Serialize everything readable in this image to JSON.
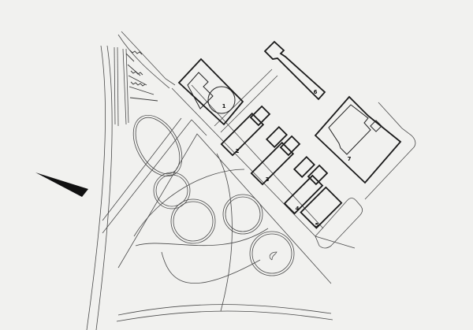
{
  "plan": {
    "building_labels": [
      "1",
      "2",
      "3",
      "4",
      "5",
      "6",
      "7"
    ],
    "ink_color": "#1a1a1a",
    "paper_color": "#f1f1ef",
    "north_arrow_icon": "north-arrow-icon"
  }
}
